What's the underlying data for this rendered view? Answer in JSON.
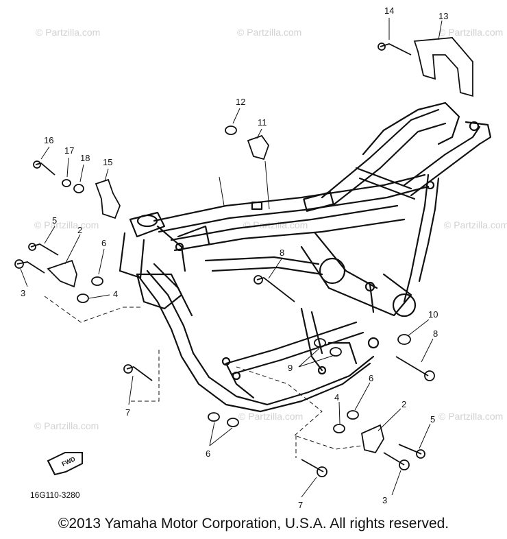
{
  "watermark": "© Partzilla.com",
  "part_code": "16G110-3280",
  "fwd_label": "FWD",
  "copyright": "©2013  Yamaha Motor Corporation, U.S.A. All rights reserved.",
  "callouts": [
    {
      "id": "c14",
      "label": "14"
    },
    {
      "id": "c13",
      "label": "13"
    },
    {
      "id": "c12",
      "label": "12"
    },
    {
      "id": "c11",
      "label": "11"
    },
    {
      "id": "c16",
      "label": "16"
    },
    {
      "id": "c17",
      "label": "17"
    },
    {
      "id": "c18",
      "label": "18"
    },
    {
      "id": "c15",
      "label": "15"
    },
    {
      "id": "c5a",
      "label": "5"
    },
    {
      "id": "c2a",
      "label": "2"
    },
    {
      "id": "c6a",
      "label": "6"
    },
    {
      "id": "c3a",
      "label": "3"
    },
    {
      "id": "c4a",
      "label": "4"
    },
    {
      "id": "c8a",
      "label": "8"
    },
    {
      "id": "c10",
      "label": "10"
    },
    {
      "id": "c8b",
      "label": "8"
    },
    {
      "id": "c9",
      "label": "9"
    },
    {
      "id": "c7a",
      "label": "7"
    },
    {
      "id": "c6b",
      "label": "6"
    },
    {
      "id": "c4b",
      "label": "4"
    },
    {
      "id": "c2b",
      "label": "2"
    },
    {
      "id": "c5b",
      "label": "5"
    },
    {
      "id": "c6c",
      "label": "6"
    },
    {
      "id": "c3b",
      "label": "3"
    },
    {
      "id": "c7b",
      "label": "7"
    }
  ]
}
